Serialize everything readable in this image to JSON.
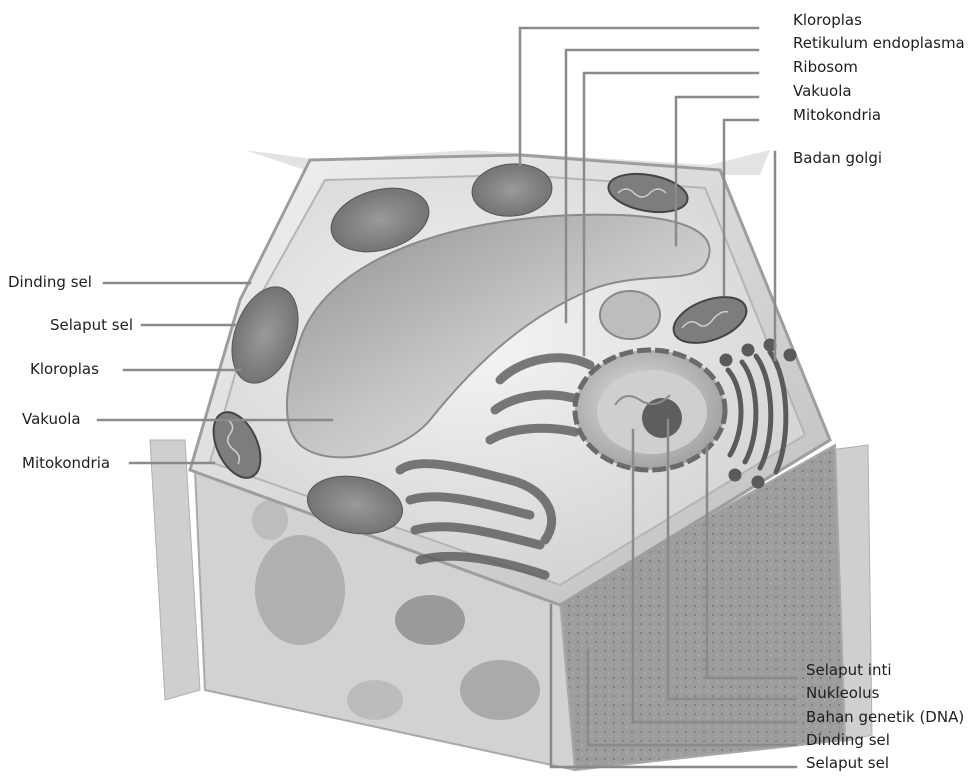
{
  "diagram": {
    "labels_top_right": [
      {
        "id": "kloroplas",
        "text": "Kloroplas"
      },
      {
        "id": "retikulum",
        "text": "Retikulum endoplasma"
      },
      {
        "id": "ribosom",
        "text": "Ribosom"
      },
      {
        "id": "vakuola",
        "text": "Vakuola"
      },
      {
        "id": "mitokondria",
        "text": "Mitokondria"
      },
      {
        "id": "badan-golgi",
        "text": "Badan golgi"
      }
    ],
    "labels_left": [
      {
        "id": "dinding-sel",
        "text": "Dinding sel"
      },
      {
        "id": "selaput-sel",
        "text": "Selaput sel"
      },
      {
        "id": "kloroplas",
        "text": "Kloroplas"
      },
      {
        "id": "vakuola",
        "text": "Vakuola"
      },
      {
        "id": "mitokondria",
        "text": "Mitokondria"
      }
    ],
    "labels_bottom_right": [
      {
        "id": "selaput-inti",
        "text": "Selaput inti"
      },
      {
        "id": "nukleolus",
        "text": "Nukleolus"
      },
      {
        "id": "bahan-genetik",
        "text": "Bahan genetik (DNA)"
      },
      {
        "id": "dinding-sel",
        "text": "Dinding sel"
      },
      {
        "id": "selaput-sel",
        "text": "Selaput sel"
      }
    ]
  }
}
